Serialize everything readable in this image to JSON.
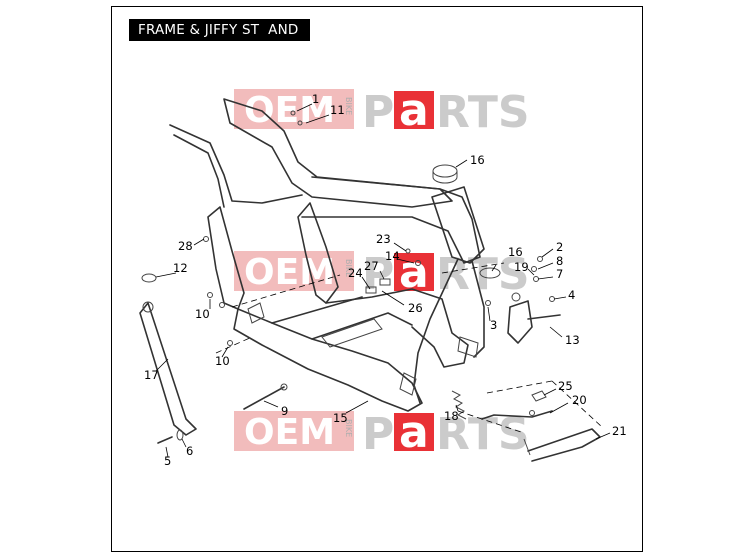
{
  "title": "FRAME & JIFFY ST  AND",
  "watermark": {
    "oem": "OEM",
    "bike": "BIKE",
    "p": "P",
    "a": "a",
    "rts": "RTS",
    "accent": "#e8262c",
    "band": "#f2b9b9"
  },
  "callouts": [
    "1",
    "11",
    "16",
    "28",
    "23",
    "14",
    "16",
    "2",
    "8",
    "19",
    "7",
    "12",
    "24",
    "27",
    "26",
    "4",
    "3",
    "13",
    "10",
    "10",
    "17",
    "9",
    "15",
    "25",
    "20",
    "18",
    "21",
    "5",
    "6"
  ]
}
